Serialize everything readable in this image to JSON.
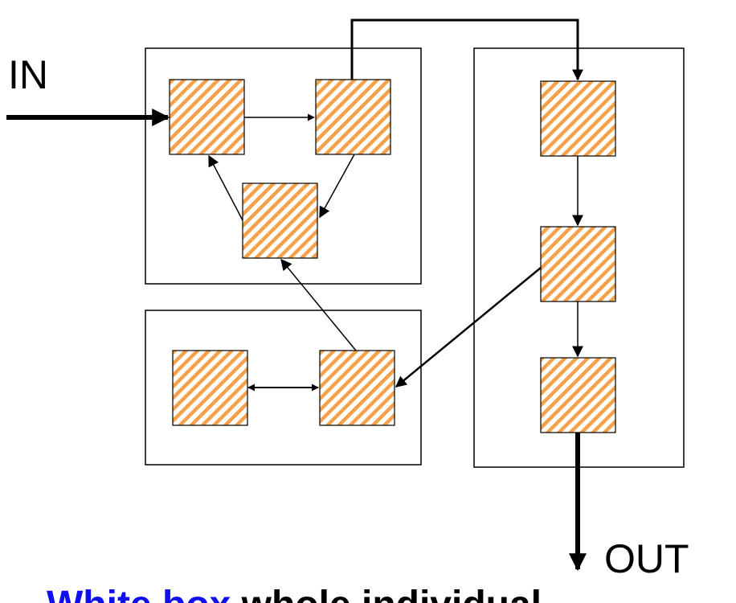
{
  "labels": {
    "input": "IN",
    "output": "OUT"
  },
  "caption": {
    "lead": "White box",
    "rest": " whole individual"
  },
  "colors": {
    "stroke": "#000000",
    "hatch_stripe": "#f5a04a",
    "hatch_bg": "#ffffff",
    "caption_lead": "#1010ee",
    "caption_rest": "#000000"
  },
  "groups": [
    {
      "id": "upper-left-group",
      "nodes": 3
    },
    {
      "id": "lower-left-group",
      "nodes": 2
    },
    {
      "id": "right-group",
      "nodes": 3
    }
  ]
}
